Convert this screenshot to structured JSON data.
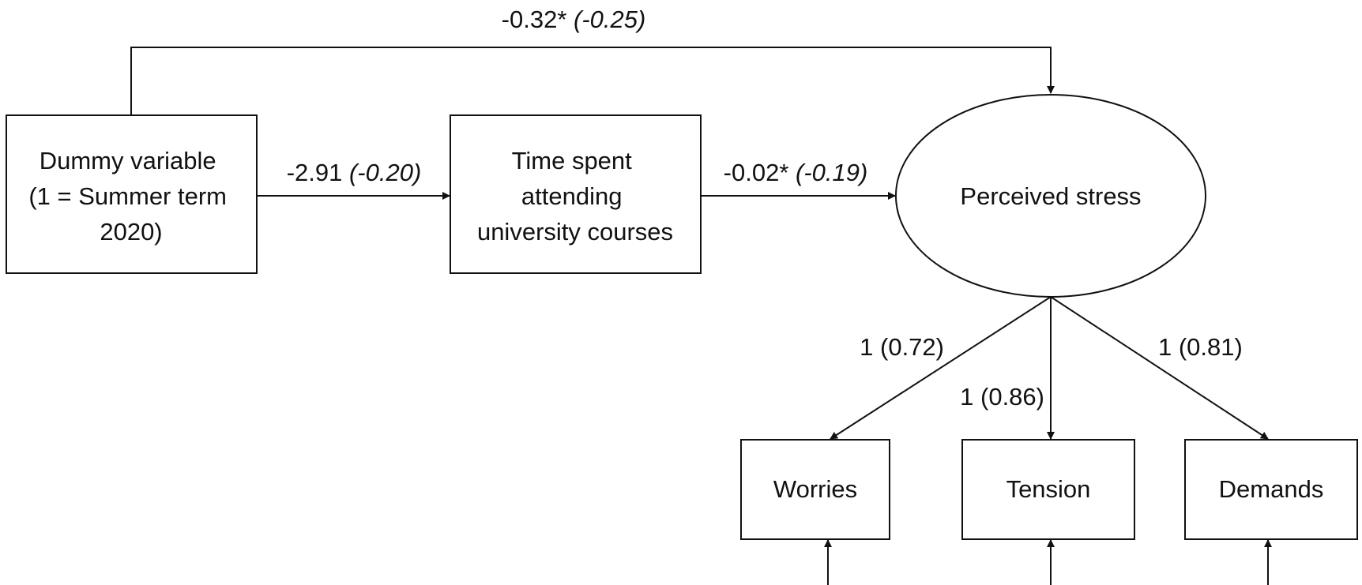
{
  "nodes": {
    "dummy": {
      "lines": [
        "Dummy variable",
        "(1 = Summer term",
        "2020)"
      ]
    },
    "time": {
      "lines": [
        "Time spent",
        "attending",
        "university courses"
      ]
    },
    "stress": {
      "label": "Perceived stress"
    },
    "worries": {
      "label": "Worries"
    },
    "tension": {
      "label": "Tension"
    },
    "demands": {
      "label": "Demands"
    }
  },
  "paths": {
    "dummy_to_stress": {
      "coef": "-0.32*",
      "std": "(-0.25)"
    },
    "dummy_to_time": {
      "coef": "-2.91",
      "std": "(-0.20)"
    },
    "time_to_stress": {
      "coef": "-0.02*",
      "std": "(-0.19)"
    },
    "stress_to_worries": {
      "label": "1 (0.72)"
    },
    "stress_to_tension": {
      "label": "1 (0.86)"
    },
    "stress_to_demands": {
      "label": "1 (0.81)"
    }
  }
}
